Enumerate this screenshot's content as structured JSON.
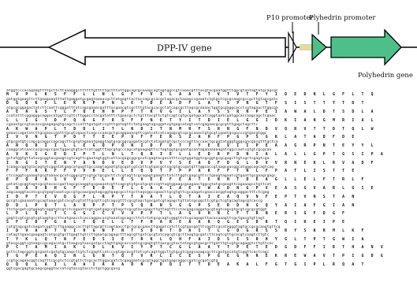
{
  "labels": {
    "gene": "DPP-IV gene",
    "p10": "P10 promoter",
    "polh_promoter": "Plyhedrin promoter",
    "polh_gene": "Polyhedrin gene"
  },
  "colors": {
    "line": "#000000",
    "promoter_fill": "#4dc08a",
    "gene_fill": "#ffffff",
    "insert_band": "#e8d89a",
    "marker": "#2f4fa8"
  },
  "sequence_lines": [
    "atggtcccacagaagttttgcttcttaaagggcttttttgtttttgctttattggcagcgcaaagcagtagtggccgtcaaacgtttacgtacgaatggtttggcgtaatagtatgcagcgc",
    "M V P L K S F F L L N L G F F V I L A A S T V T V T F Y I D E D N L G F L T Q",
    "gatggtgaagttcttgaagaagtttattgaggatgcgagtaaaacgcttatgagttactaccagcgcacgctagacgctaaagccgaaatctgtgctcgcgcaagcgccgcttgtagcgatc",
    "D G Q K F L E K K P P N L E T D E A D F L A T S P N G T F S I S T T Y T D T",
    "atgcgcggagactatcttcaattcgggatttatcagcgaaacgatttacgaacgtcgctttgtacgcacgctatcagcgcttagcgcaaaactggtgcgaggcacctcgtagaacttggcga",
    "A E A G S Y L F Q E H N P F T K V G I L A Y S S R N P E I A W A L D T S D L A",
    "ccatatttcggagggcaggacatggttcgttcttggacctacgatatttctgaacgctctgtttacgttctgtcagtcgtgcgatggcatcaggtaatcgatggcaccaagcagctcgaac",
    "L L I G T D P Q K G F R S F F N E T Y I T D I E L G G I D K I A N G M R I A L",
    "cgaaatgccgtacaccgaagagagtgcagctccatttgatgatccgtttgatagttctatgaagtagcggatcgtgagcatagtcatcgagaacgcgcgtttgagctagcttc",
    "A K W A P L T D D L I T L N D I T N M R F S H N G F N D V Q R V T T D T Q L W",
    "gaaaccagatatcttgcgaaccgatttgcgtcgaactcagcccaacgctgcaggaaacgttcgatcatcatcagagcgtcgcgcaaactgtgcgtcgaatgcgacccgtgacgtggc",
    "I V V N G T P D T T E E P V F F E R S Z A H F P G P S G K L A T A D F D E",
    "gtgcgatgtccagcgcaggccagcagcttcgcgtagaaatgaggtagtgcgcggcgagatacgtctatagatgtcgctcccagttaccaactgcggtatgggtgggcgacgacgtttgctca",
    "A N Q D I I L L E G Q P Q N I D F D T T Y E E V I I P E A A G R P N T E Y Y L",
    "caaggcatcaaccacgcagccgactggacgtgtactcatcggtttagcgtgcccagcatgaagagttcctagtggtgcgaatgcaatagaaaaaaagatcggccaatcgtgtcgcgcaa",
    "A V K S G E D I P T L N L T Q R I E L L E D R P D N I A L A L L G P T G S I P A",
    "gctatggtgttatacgcggtacgaagtcgtcagttcgaatagtggtcattacgagcggcgcatcgagtacgacatttccgtggatggtcgcggtgcgcgagcttgtcgctcgagtcga",
    "I R G I T E N Y A N D V E D V P V Y S E A Q F D G L D V V R N E K L R V A D F",
    "tcaagccggtgtacagtgtcggatatgagcatgagttgccaagtagaatgtgcgatcgtcattcgtgacgctcgcgtgccgatgtttggcaccgtaagcgacggcatgggcagcagtcag",
    "F F F R R F F V V H E L L E Q Q T F P P A K F F T N L F P A T L I S T T E",
    "ctccaggtcgaaagtgcgtaaaacgcatcgggcgttcgtgctgcgacttctcgtagttcgcagagtgaagtctatcttggtcgagcgttcctgaagtagaatcgtgaattgcgaagcgagc",
    "E P Q R A S V V T T L K E S V E E F E A T E N H T D E A G L L E L F T R L F",
    "gatatcgcggtagtcgcgtacaccgattagcgcaaggtgcgaaaatcgttcagcgtgtgcatgcgtccgttagtggaagcgaagaactggcgtatgcgaagttcagaaagcctgttcat",
    "L N A V R H G F T D D E T L G A A I A E V W A D N G P V E A S G V A R L G I E",
    "aagcaaggtacatcgcgtgagtaaatcgccgtgcaacgagtagcggtgagcgccttgcttagcggccgaacttgcgtgttcgcaagatcgaaccacggtagtgcaggactttctcgag",
    "I D P T E V Q G F L R P Y T A A T L Q T A I E A Q V N F E P T V N S T A N",
    "gccgtcgaaaaatcgcagtaagcgatcacgtcgtatttgcgttcgtcagcgtttcgcgtagctgacgatcgtagagctgttatcgcggcttcgtgctcgtgcagtagcgtcaccg",
    "D D L P Q T L A R P F T P S Q R N S G G P S E R D H G Q Y A I A F G I A N",
    "ttctgcgatcgtggagtcaggtgtcgtctcagaattcgtcgatgagccgtagctcgcgtaccgagcttgttagtttcctacgagcaggatgcgtagtcagcgtgcgtcgcgcgtggt",
    "L P L Q I T C G G I C V V V P F T L A G V H N C F T R N E R I G F D G F",
    "gagttcgtcgcgtcgtaagtgccttcatgaacctcaccaggacacgtaaatagcagccttctctatgcgcagtcgggttctcgcagagcttacacaaagttcgctgacgtgttagt",
    "S F I D F G A L T Q E L L T F H A R E A A R Q G E S D R T Q I K E I P E",
    "catgtagcgatcaagatcggttcttgaaggccacttgttagcgttcagtaacctgctgcgcgaacttgagatcatcttcgtgacgatttcggttcgcatagggtagtgccgcgcaagtgttcg",
    "I D V A N T V I H G N F N T S D N T D A I T L G D G R S S R Y S K R M L K F",
    "catagttgaacgaagagtcatgcgtgcttgagttgtccttgaatgcagagctttagcgttgatcgcgtatcagcgtcgcttaagtgcgatcttcagtcgttgcacgtcaagtcttgtc",
    "T Y K L Q T N F E D S I E T R K L Q H F A I D S I S R H Y G L T P T G W I A",
    "gtacgcggtcgtaagccgcagacatgcttaagcgtaacgatgcctagttgagcaccaatcgcgagtgttaacgcgtactatagcgtgacgcttgatttgtcgtgcagaggtcttgttcac",
    "P C T A M I A K L D L K V I Y P T C G L A A Y T P E T E D G D F F I R T H A N V",
    "gcttctagcggtcgcgaatcgatgtgcaagcttgtctcgagttcatcccgtagcacgttatcgtcagttggcttgtgcgtcgagcaaagcgcttcgatgacatgtcggttcactcagc",
    "T G P E A Q I N L G N T Q T V R L I C E S P G E G R R E K R E W A V T P I G D G",
    "ccgtgcagaacggtcagtttcgcgtctccgtgttctcgcacttggacgatctcgaggaatcgcgtaggctgatgagcaggccgatcgcgatcgtg",
    "Q Q Q L A I L A A I A A A D N F D Q I T T D E A K A L F G T G I P L R Q A T",
    "ggtcgacgagtgcaagcgaggtaccatcgtaccgtacctctgctggcgacg"
  ]
}
